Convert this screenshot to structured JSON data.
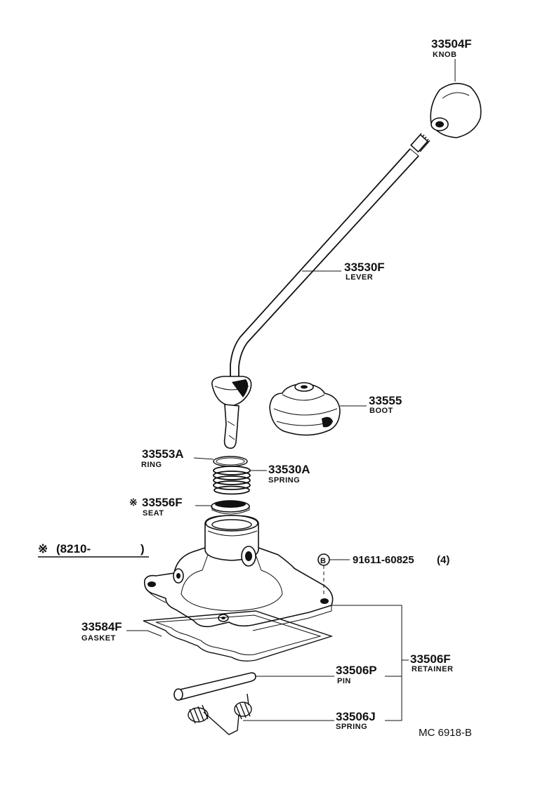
{
  "parts": {
    "knob": {
      "number": "33504F",
      "name": "KNOB"
    },
    "lever": {
      "number": "33530F",
      "name": "LEVER"
    },
    "boot": {
      "number": "33555",
      "name": "BOOT"
    },
    "ring": {
      "number": "33553A",
      "name": "RING"
    },
    "spring": {
      "number": "33530A",
      "name": "SPRING"
    },
    "seat": {
      "number": "33556F",
      "name": "SEAT",
      "mark": "※"
    },
    "bolt": {
      "number": "91611-60825",
      "qty": "(4)",
      "mark": "B"
    },
    "gasket": {
      "number": "33584F",
      "name": "GASKET"
    },
    "retainer": {
      "number": "33506F",
      "name": "RETAINER"
    },
    "pin": {
      "number": "33506P",
      "name": "PIN"
    },
    "spring2": {
      "number": "33506J",
      "name": "SPRING"
    }
  },
  "note": {
    "mark": "※",
    "text": "(8210-",
    "close": ")"
  },
  "diagram_code": "MC 6918-B"
}
